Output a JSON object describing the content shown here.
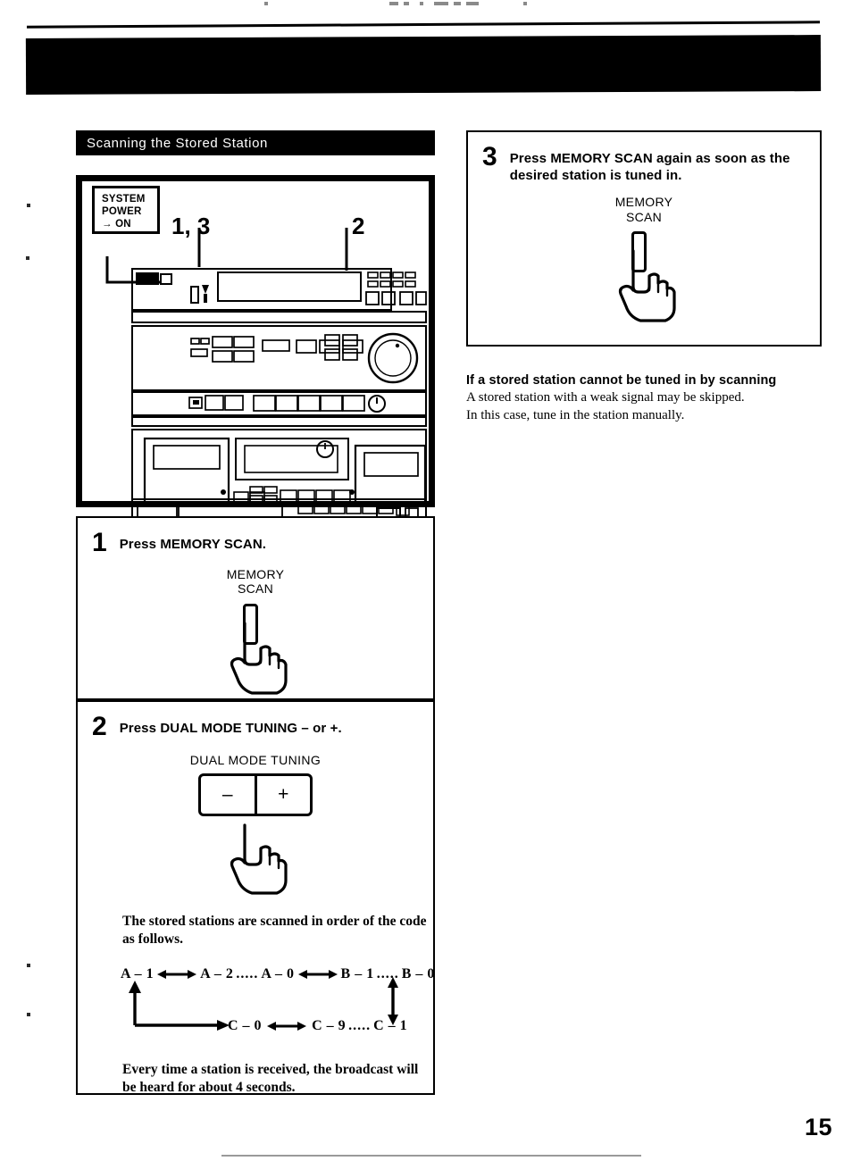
{
  "page": {
    "number": "15",
    "section_header": "Scanning the Stored Station"
  },
  "illustration": {
    "system_power_label_line1": "SYSTEM",
    "system_power_label_line2": "POWER",
    "system_power_label_line3": "→ ON",
    "callout_1_3": "1, 3",
    "callout_2": "2",
    "alt": "Line drawing of a stacked Sony hi-fi component stereo system: tuner/amplifier with display, equalizer with large volume knob, dual cassette deck and CD player."
  },
  "steps": [
    {
      "number": "1",
      "title": "Press MEMORY SCAN.",
      "button_caption_line1": "MEMORY",
      "button_caption_line2": "SCAN"
    },
    {
      "number": "2",
      "title": "Press DUAL MODE TUNING – or +.",
      "button_caption": "DUAL MODE TUNING",
      "button_minus": "–",
      "button_plus": "+",
      "body_line1": "The stored stations are scanned in order of the code",
      "body_line2": "as follows.",
      "footer_line1": "Every time a station is received, the broadcast will",
      "footer_line2": "be heard for about 4 seconds."
    },
    {
      "number": "3",
      "title_line1": "Press MEMORY SCAN again as soon as the",
      "title_line2": "desired station is tuned in.",
      "button_caption_line1": "MEMORY",
      "button_caption_line2": "SCAN"
    }
  ],
  "code_diagram": {
    "top_row": [
      "A – 1",
      "A – 2",
      "A – 0",
      "B – 1",
      "B – 0"
    ],
    "bottom_row": [
      "C – 0",
      "C – 9",
      "C – 1"
    ],
    "dots": ".....",
    "arrow_double": "◄─►"
  },
  "note": {
    "title": "If a stored station cannot be tuned in by scanning",
    "line1": "A stored station with a weak signal may be skipped.",
    "line2": "In this case, tune in the station manually."
  }
}
